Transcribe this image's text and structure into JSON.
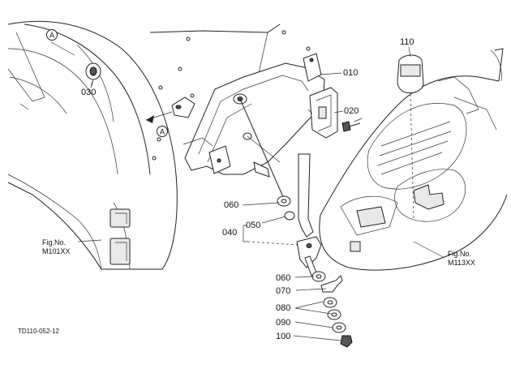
{
  "diagram": {
    "drawing_code": "TD110-052-12",
    "part_labels": [
      "010",
      "020",
      "030",
      "040",
      "050",
      "060",
      "060",
      "070",
      "080",
      "090",
      "100",
      "110"
    ],
    "figure_refs": [
      {
        "line1": "Fig.No.",
        "line2": "M101XX"
      },
      {
        "line1": "Fig.No.",
        "line2": "M113XX"
      }
    ],
    "view_markers": [
      "A",
      "A"
    ]
  }
}
